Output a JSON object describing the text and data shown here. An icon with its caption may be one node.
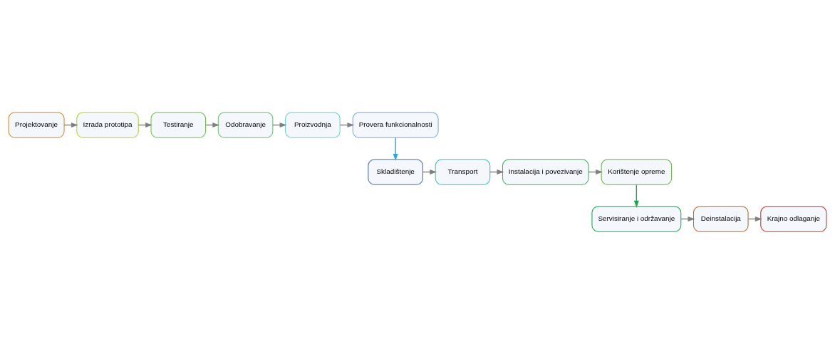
{
  "diagram": {
    "nodes": [
      {
        "text": [
          "Projektovanje"
        ]
      },
      {
        "text": [
          "Izrada prototipa"
        ]
      },
      {
        "text": [
          "Testiranje"
        ]
      },
      {
        "text": [
          "Odobravanje"
        ]
      },
      {
        "text": [
          "Proizvodnja"
        ]
      },
      {
        "text": [
          "Provera funkcionalnosti"
        ]
      },
      {
        "text": [
          "Skladištenje"
        ]
      },
      {
        "text": [
          "Transport"
        ]
      },
      {
        "text": [
          "Instalacija i povezivanje"
        ]
      },
      {
        "text": [
          "Korištenje opreme"
        ]
      },
      {
        "text": [
          "Servisiranje i održavanje"
        ]
      },
      {
        "text": [
          "Deinstalacija"
        ]
      },
      {
        "text": [
          "Krajno odlaganje"
        ]
      }
    ],
    "edges": [
      {
        "from": 0,
        "to": 1,
        "arrow": "to"
      },
      {
        "from": 1,
        "to": 2,
        "arrow": "to"
      },
      {
        "from": 2,
        "to": 3,
        "arrow": "to"
      },
      {
        "from": 3,
        "to": 4,
        "arrow": "to"
      },
      {
        "from": 4,
        "to": 5,
        "arrow": "to"
      },
      {
        "from": 5,
        "to": 6,
        "arrow": "to",
        "color": "#29a8e0"
      },
      {
        "from": 6,
        "to": 7,
        "arrow": "to"
      },
      {
        "from": 7,
        "to": 8,
        "arrow": "to"
      },
      {
        "from": 8,
        "to": 9,
        "arrow": "to"
      },
      {
        "from": 9,
        "to": 10,
        "arrow": "to",
        "color": "#1aa84b"
      },
      {
        "from": 10,
        "to": 11,
        "arrow": "to"
      },
      {
        "from": 11,
        "to": 12,
        "arrow": "to"
      }
    ]
  }
}
